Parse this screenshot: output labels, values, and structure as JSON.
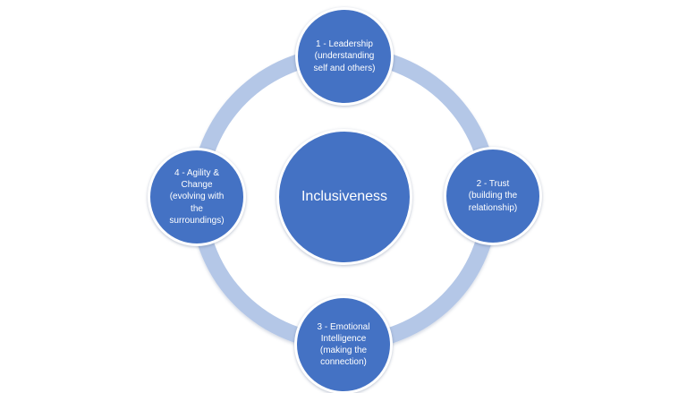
{
  "diagram": {
    "type": "cycle",
    "background": "#ffffff",
    "colors": {
      "node_fill": "#4472C4",
      "node_border": "#ffffff",
      "ring": "#B4C7E7",
      "text": "#ffffff"
    },
    "center": {
      "label": "Inclusiveness"
    },
    "nodes": [
      {
        "position": "top",
        "label": "1 - Leadership (understanding self and others)",
        "lines": [
          "1 - Leadership",
          "(understanding",
          "self and others)"
        ]
      },
      {
        "position": "right",
        "label": "2 - Trust (building the relationship)",
        "lines": [
          "2 - Trust",
          "(building the",
          "relationship)"
        ]
      },
      {
        "position": "bottom",
        "label": "3 - Emotional Intelligence (making the connection)",
        "lines": [
          "3 - Emotional",
          "Intelligence",
          "(making the",
          "connection)"
        ]
      },
      {
        "position": "left",
        "label": "4 - Agility & Change (evolving with the surroundings)",
        "lines": [
          "4 - Agility &",
          "Change",
          "(evolving with",
          "the",
          "surroundings)"
        ]
      }
    ]
  }
}
